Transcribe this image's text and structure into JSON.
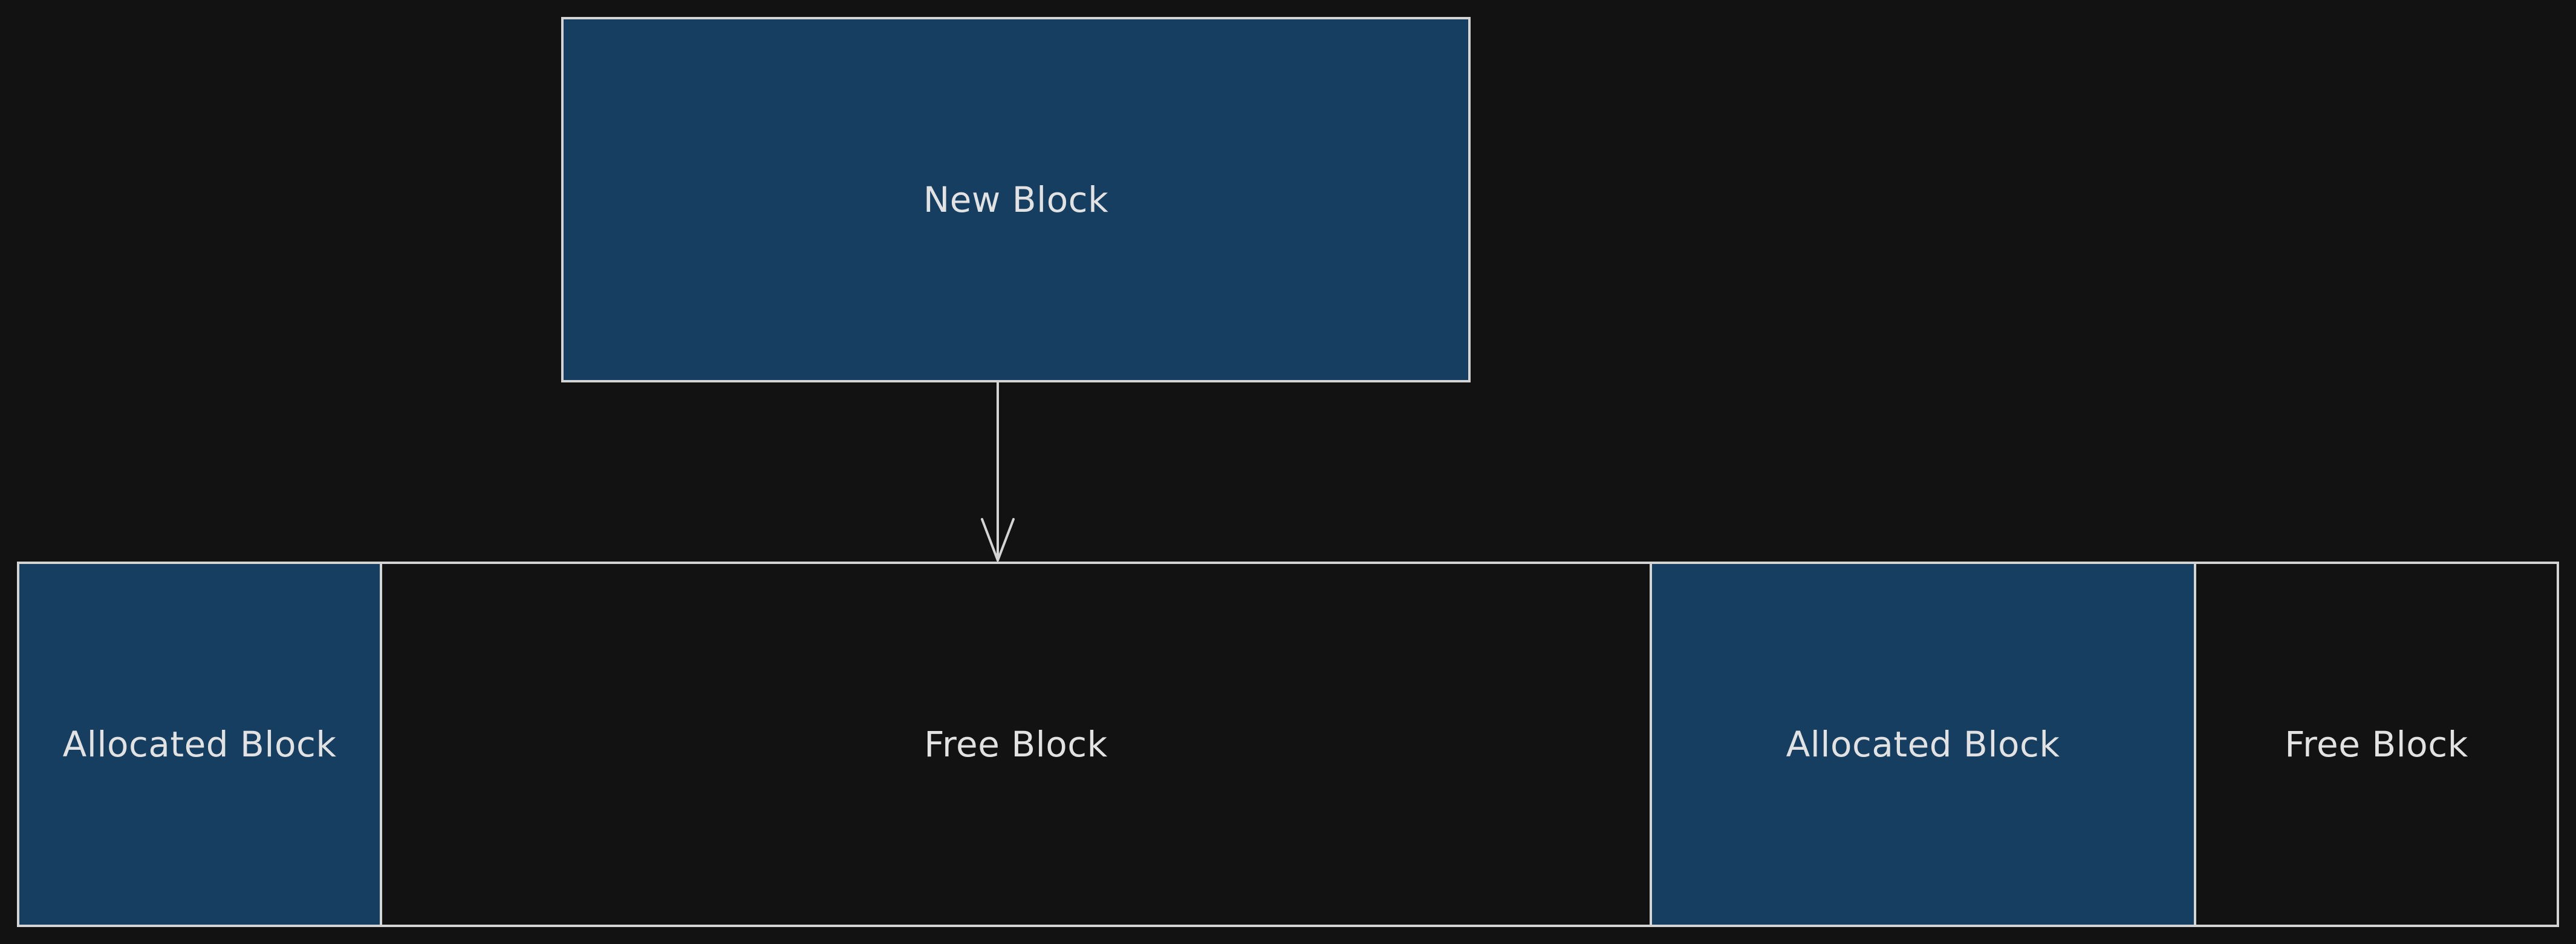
{
  "diagram": {
    "new_block": {
      "label": "New Block",
      "kind": "allocated"
    },
    "memory_row": [
      {
        "label": "Allocated Block",
        "kind": "allocated"
      },
      {
        "label": "Free Block",
        "kind": "free"
      },
      {
        "label": "Allocated Block",
        "kind": "allocated"
      },
      {
        "label": "Free Block",
        "kind": "free"
      }
    ]
  },
  "colors": {
    "background": "#121212",
    "allocated_fill": "#163e60",
    "free_fill": "#121212",
    "stroke": "#d4d4d4",
    "text": "#e2e2e2"
  }
}
